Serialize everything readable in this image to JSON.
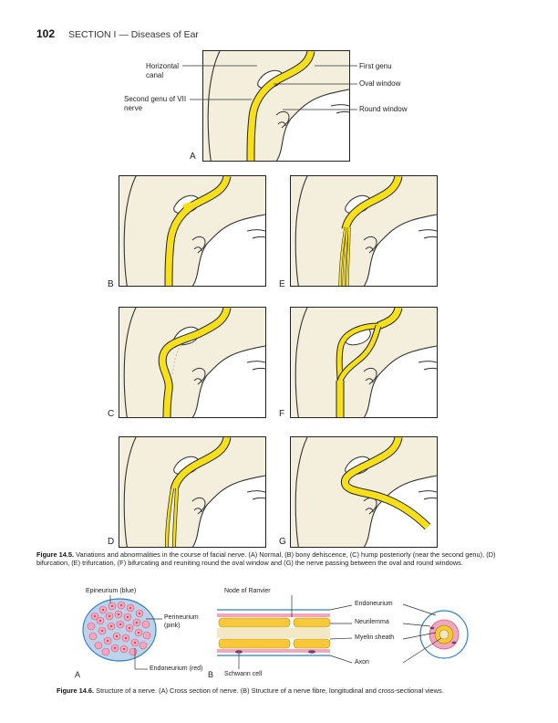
{
  "header": {
    "page_number": "102",
    "section": "SECTION I — Diseases of Ear"
  },
  "figure_14_5": {
    "panels": [
      "A",
      "B",
      "C",
      "D",
      "E",
      "F",
      "G"
    ],
    "labels": {
      "horizontal_canal": "Horizontal canal",
      "second_genu": "Second genu of VII nerve",
      "first_genu": "First genu",
      "oval_window": "Oval window",
      "round_window": "Round window"
    },
    "caption_label": "Figure 14.5.",
    "caption_text": "Variations and abnormalities in the course of facial nerve. (A) Normal, (B) bony dehiscence, (C) hump posteriorly (near the second genu), (D) bifurcation, (E) trifurcation, (F) bifurcating and reuniting round the oval window and (G) the nerve passing between the oval and round windows."
  },
  "figure_14_6": {
    "labels": {
      "epineurium": "Epineurium (blue)",
      "perineurium": "Perineurium (pink)",
      "endoneurium_red": "Endoneurium (red)",
      "node_of_ranvier": "Node of Ranvier",
      "schwann_cell": "Schwann cell",
      "endoneurium": "Endoneurium",
      "neurilemma": "Neurilemma",
      "myelin_sheath": "Myelin sheath",
      "axon": "Axon"
    },
    "panel_a": "A",
    "panel_b": "B",
    "caption_label": "Figure 14.6.",
    "caption_text": "Structure of a nerve. (A) Cross section of nerve. (B) Structure of a nerve fibre, longitudinal and cross-sectional views."
  },
  "colors": {
    "nerve": "#f7e019",
    "bone": "#f3efdc",
    "epineurium": "#2f7fc1",
    "perineurium": "#e98fb0",
    "myelin": "#f7c93a"
  }
}
